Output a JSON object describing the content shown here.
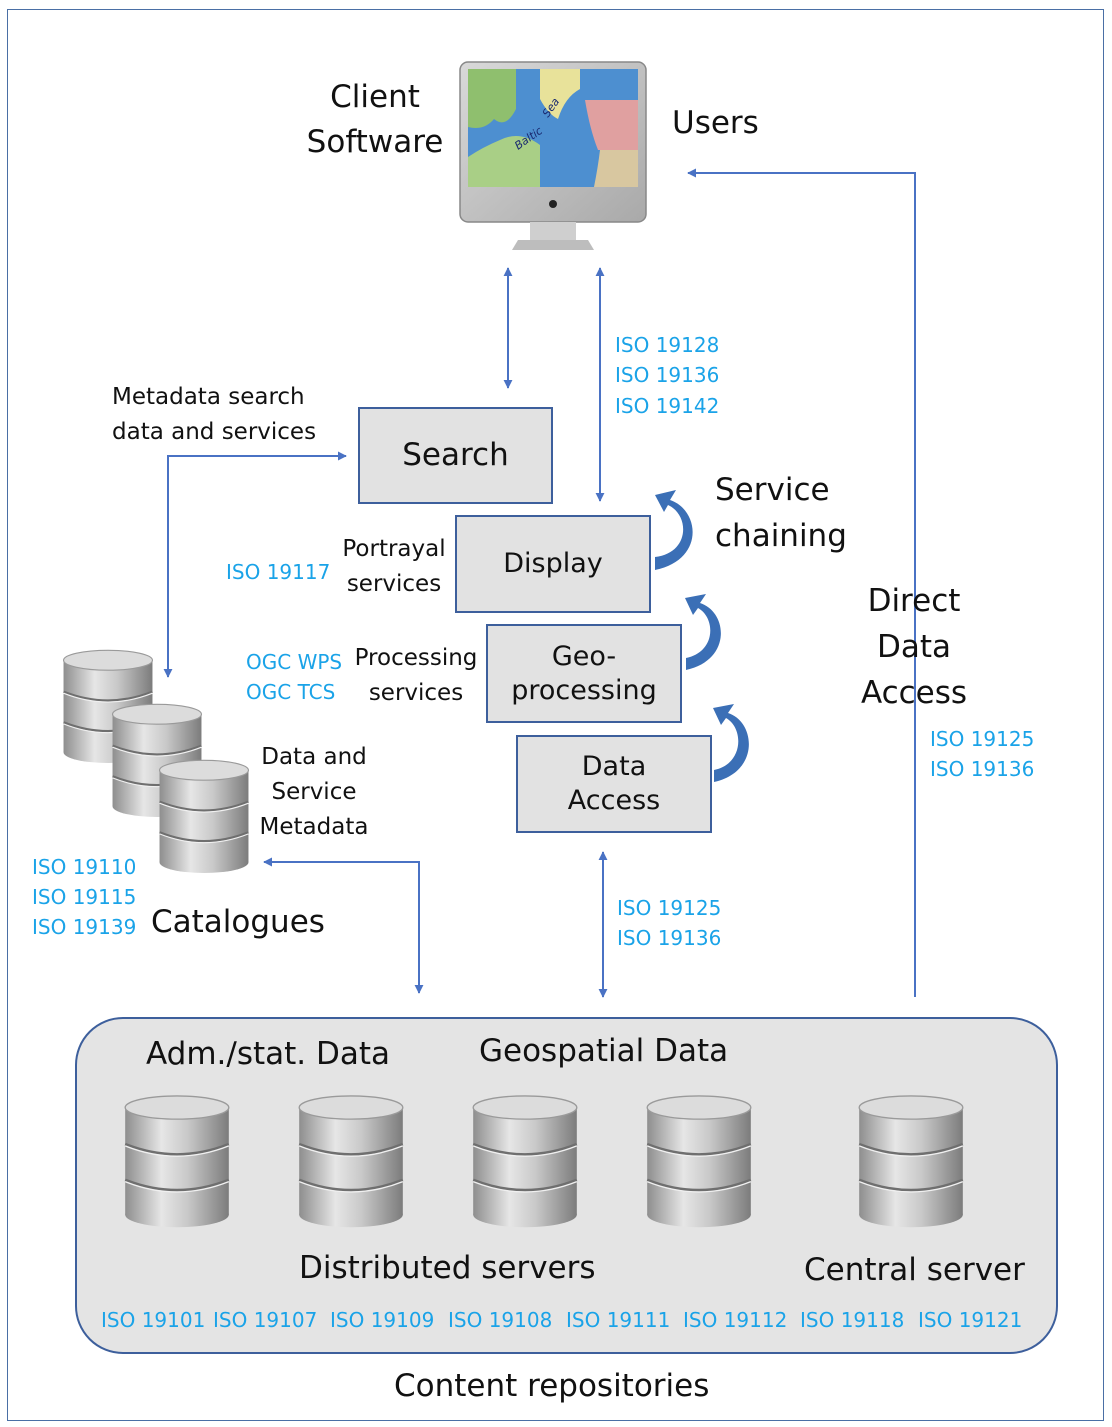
{
  "client": {
    "label_line1": "Client",
    "label_line2": "Software",
    "users": "Users"
  },
  "boxes": {
    "search": "Search",
    "display": "Display",
    "geoprocessing_line1": "Geo-",
    "geoprocessing_line2": "processing",
    "data_access_line1": "Data",
    "data_access_line2": "Access"
  },
  "labels": {
    "metadata_search_line1": "Metadata search",
    "metadata_search_line2": "data and services",
    "portrayal_line1": "Portrayal",
    "portrayal_line2": "services",
    "processing_line1": "Processing",
    "processing_line2": "services",
    "service_chaining_line1": "Service",
    "service_chaining_line2": "chaining",
    "direct_line1": "Direct",
    "direct_line2": "Data",
    "direct_line3": "Access",
    "dsm_line1": "Data and",
    "dsm_line2": "Service",
    "dsm_line3": "Metadata",
    "catalogues": "Catalogues"
  },
  "iso": {
    "client_display": [
      "ISO 19128",
      "ISO 19136",
      "ISO 19142"
    ],
    "portrayal": "ISO 19117",
    "processing": [
      "OGC WPS",
      "OGC TCS"
    ],
    "catalogues": [
      "ISO 19110",
      "ISO 19115",
      "ISO 19139"
    ],
    "data_access": [
      "ISO 19125",
      "ISO 19136"
    ],
    "direct": [
      "ISO 19125",
      "ISO 19136"
    ],
    "repository": [
      "ISO 19101",
      "ISO 19107",
      "ISO 19109",
      "ISO 19108",
      "ISO 19111",
      "ISO 19112",
      "ISO 19118",
      "ISO 19121"
    ]
  },
  "repository": {
    "adm_stat": "Adm./stat. Data",
    "geospatial": "Geospatial Data",
    "distributed": "Distributed servers",
    "central": "Central server",
    "caption": "Content repositories"
  },
  "map_labels": [
    "Baltic",
    "Sea"
  ],
  "colors": {
    "arrow": "#4a72c4",
    "iso": "#1aa3e8",
    "box_fill": "#e2e2e2",
    "box_border": "#3d5f9c",
    "chain_arrow": "#3b6fb6"
  }
}
